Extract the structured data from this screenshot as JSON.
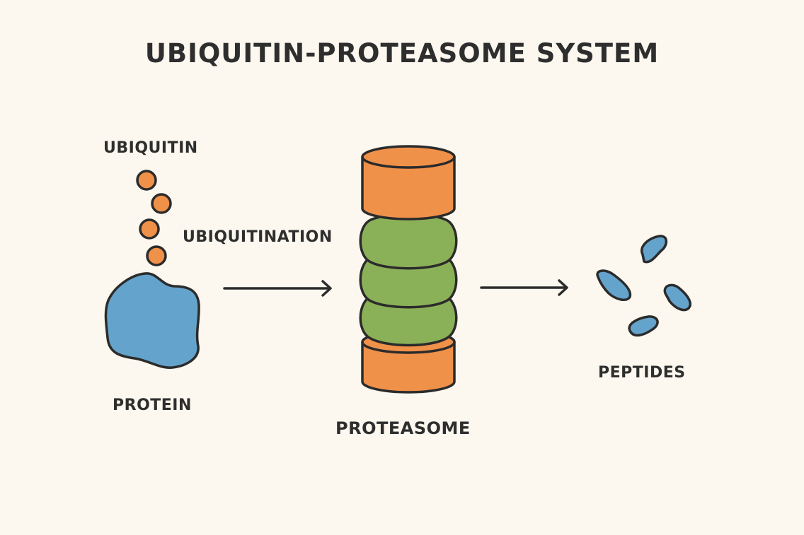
{
  "title": "UBIQUITIN-PROTEASOME SYSTEM",
  "labels": {
    "ubiquitin": "UBIQUITIN",
    "ubiquitination": "UBIQUITINATION",
    "protein": "PROTEIN",
    "proteasome": "PROTEASOME",
    "peptides": "PEPTIDES"
  },
  "colors": {
    "background": "#fcf8ef",
    "ubiquitin": "#f0914a",
    "protein": "#64a3cc",
    "proteasome_cap": "#f0914a",
    "proteasome_ring": "#8bb158",
    "peptide": "#64a3cc",
    "outline": "#2b2b2b"
  },
  "flow": [
    "protein",
    "proteasome",
    "peptides"
  ],
  "counts": {
    "ubiquitin_molecules": 4,
    "proteasome_rings": 3,
    "peptides": 4
  }
}
